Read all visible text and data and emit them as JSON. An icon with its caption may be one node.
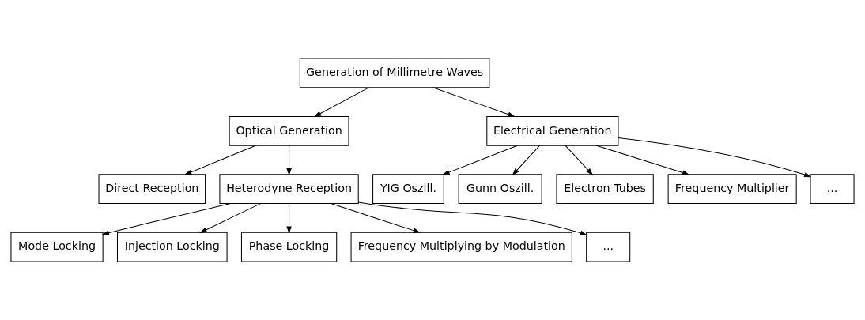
{
  "diagram": {
    "nodes": [
      {
        "text": [
          "Generation of Millimetre Waves"
        ]
      },
      {
        "text": [
          "Optical Generation"
        ]
      },
      {
        "text": [
          "Electrical Generation"
        ]
      },
      {
        "text": [
          "Direct Reception"
        ]
      },
      {
        "text": [
          "Heterodyne Reception"
        ]
      },
      {
        "text": [
          "YIG Oszill."
        ]
      },
      {
        "text": [
          "Gunn Oszill."
        ]
      },
      {
        "text": [
          "Electron Tubes"
        ]
      },
      {
        "text": [
          "Frequency Multiplier"
        ]
      },
      {
        "text": [
          "..."
        ]
      },
      {
        "text": [
          "Mode Locking"
        ]
      },
      {
        "text": [
          "Injection Locking"
        ]
      },
      {
        "text": [
          "Phase Locking"
        ]
      },
      {
        "text": [
          "Frequency Multiplying by Modulation"
        ]
      },
      {
        "text": [
          "..."
        ]
      }
    ],
    "edges": [
      {
        "from": 0,
        "to": 1,
        "arrow": "to"
      },
      {
        "from": 0,
        "to": 2,
        "arrow": "to"
      },
      {
        "from": 1,
        "to": 3,
        "arrow": "to"
      },
      {
        "from": 1,
        "to": 4,
        "arrow": "to"
      },
      {
        "from": 2,
        "to": 5,
        "arrow": "to"
      },
      {
        "from": 2,
        "to": 6,
        "arrow": "to"
      },
      {
        "from": 2,
        "to": 7,
        "arrow": "to"
      },
      {
        "from": 2,
        "to": 8,
        "arrow": "to"
      },
      {
        "from": 2,
        "to": 9,
        "arrow": "to"
      },
      {
        "from": 4,
        "to": 10,
        "arrow": "to"
      },
      {
        "from": 4,
        "to": 11,
        "arrow": "to"
      },
      {
        "from": 4,
        "to": 12,
        "arrow": "to"
      },
      {
        "from": 4,
        "to": 13,
        "arrow": "to"
      },
      {
        "from": 4,
        "to": 14,
        "arrow": "to"
      }
    ]
  }
}
